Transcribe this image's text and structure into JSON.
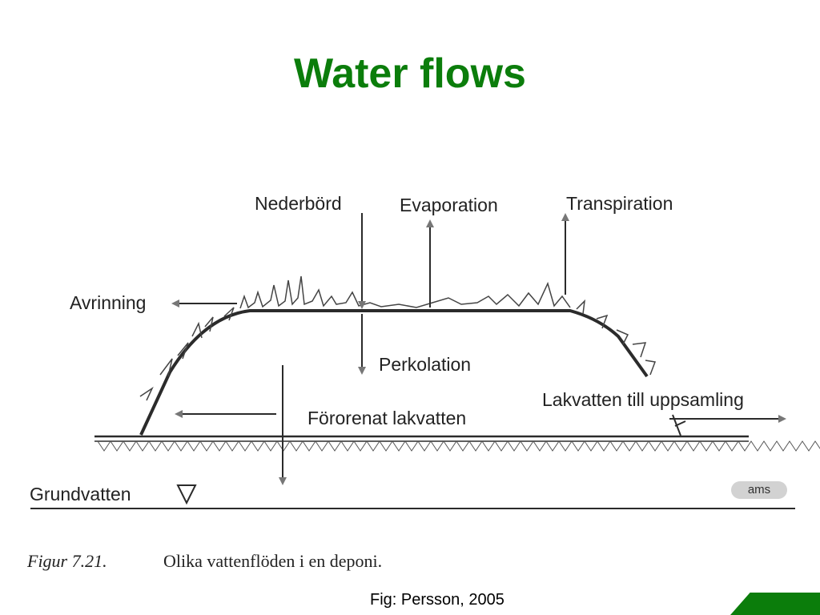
{
  "slide": {
    "title": "Water flows"
  },
  "diagram": {
    "labels": {
      "precipitation": "Nederbörd",
      "evaporation": "Evaporation",
      "transpiration": "Transpiration",
      "runoff": "Avrinning",
      "percolation": "Perkolation",
      "contaminated_leachate": "Förorenat lakvatten",
      "leachate_collection": "Lakvatten till uppsamling",
      "groundwater": "Grundvatten"
    },
    "caption": {
      "figure_number": "Figur 7.21.",
      "text": "Olika vattenflöden i en deponi."
    },
    "logo_text": "ams"
  },
  "footer": {
    "credit": "Fig: Persson, 2005"
  },
  "colors": {
    "title": "#0b7d0b",
    "accent": "#0b7d0b",
    "line": "#2b2b2b",
    "arrowhead": "#777777"
  }
}
